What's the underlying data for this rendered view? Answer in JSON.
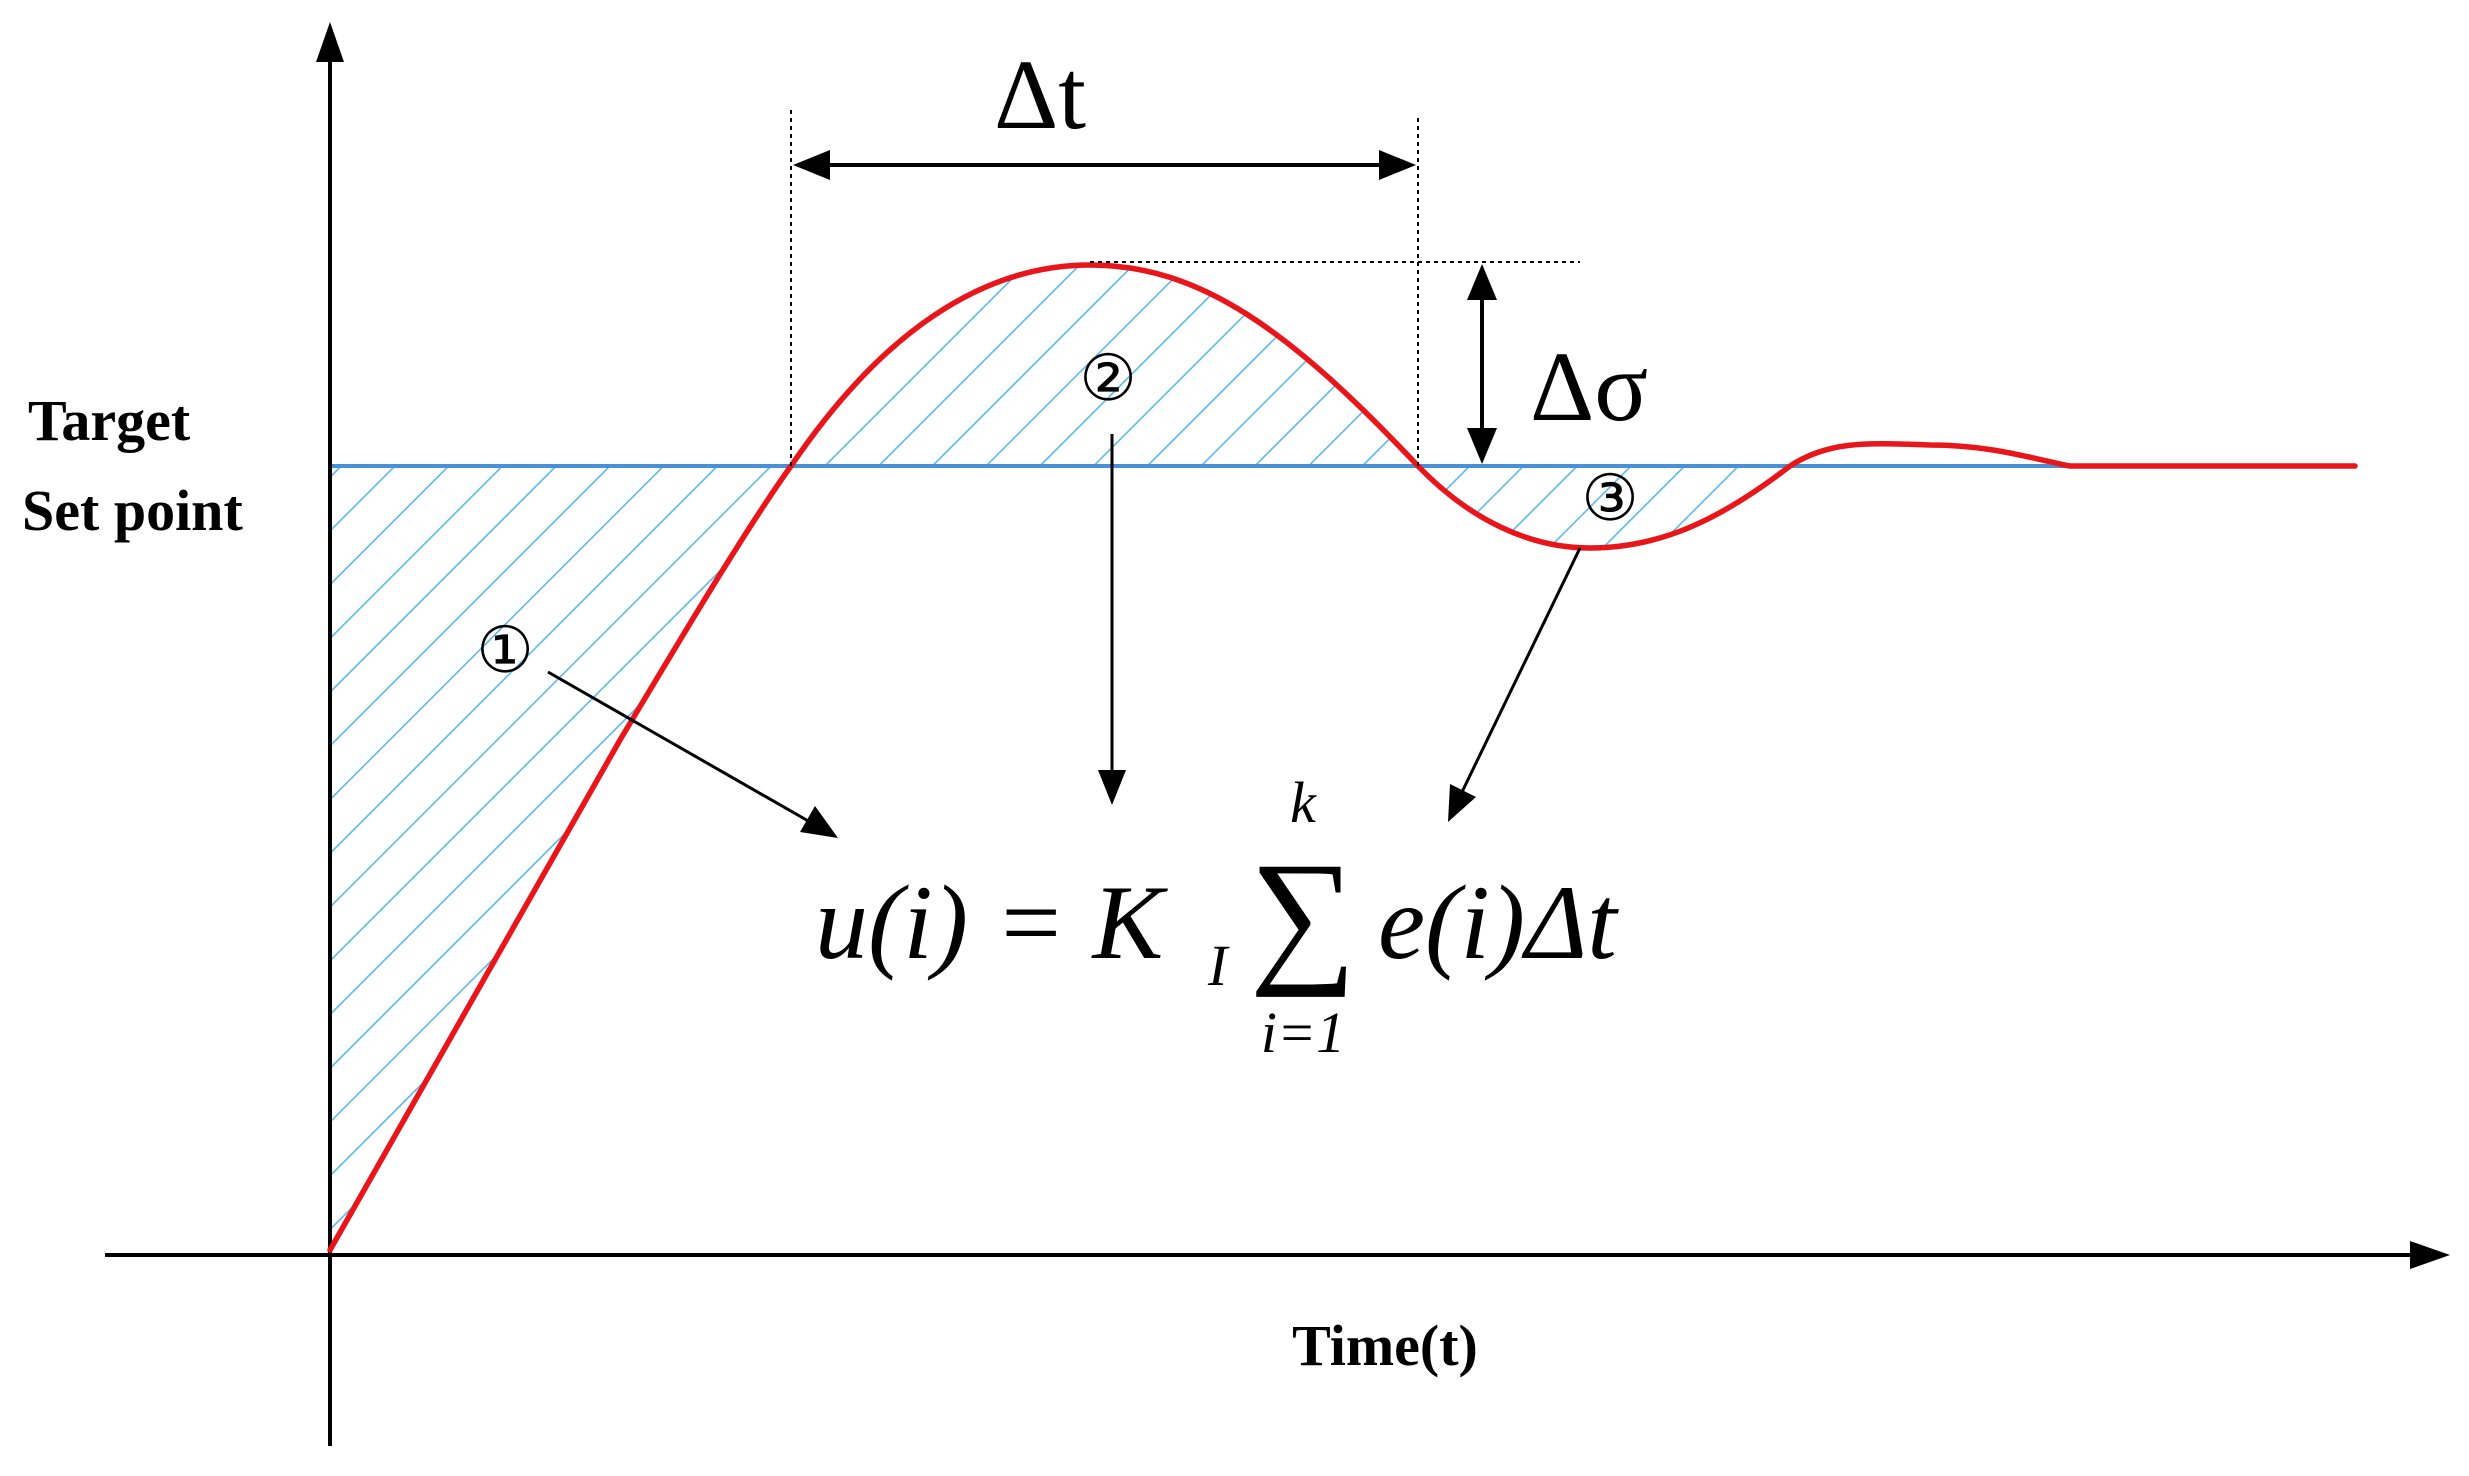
{
  "labels": {
    "target_line1": "Target",
    "target_line2": "Set point",
    "x_axis": "Time(t)"
  },
  "markers": {
    "m1": "①",
    "m2": "②",
    "m3": "③"
  },
  "annotations": {
    "delta_t": "Δt",
    "delta_sigma": "Δσ"
  },
  "formula": {
    "lhs": "u(i) = K",
    "k_subscript": "I",
    "sum_symbol": "∑",
    "upper_limit": "k",
    "lower_limit": "i=1",
    "rhs": "e(i)Δt"
  },
  "colors": {
    "response_curve": "#e8161b",
    "setpoint_line": "#4a90d9",
    "hatch": "#5bb8e8",
    "axis": "#000000"
  }
}
